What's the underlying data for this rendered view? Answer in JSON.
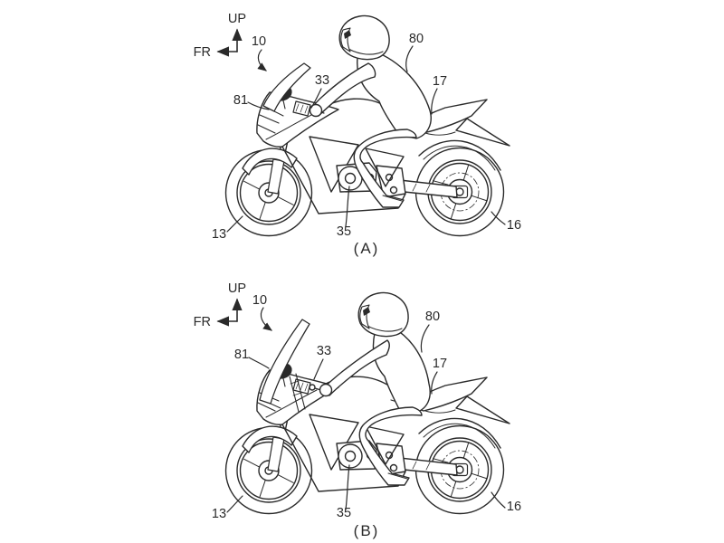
{
  "page": {
    "background": "#ffffff",
    "line_color": "#2a2a2a"
  },
  "figures": [
    {
      "id": "A",
      "caption": "(A)",
      "axes": {
        "up": "UP",
        "fr": "FR"
      },
      "labels": {
        "whole_vehicle": "10",
        "windscreen": "81",
        "handlebar_switch": "33",
        "rider": "80",
        "seat_cowl": "17",
        "front_wheel": "13",
        "engine": "35",
        "rear_wheel": "16"
      }
    },
    {
      "id": "B",
      "caption": "(B)",
      "axes": {
        "up": "UP",
        "fr": "FR"
      },
      "labels": {
        "whole_vehicle": "10",
        "windscreen": "81",
        "handlebar_switch": "33",
        "rider": "80",
        "seat_cowl": "17",
        "front_wheel": "13",
        "engine": "35",
        "rear_wheel": "16"
      }
    }
  ]
}
